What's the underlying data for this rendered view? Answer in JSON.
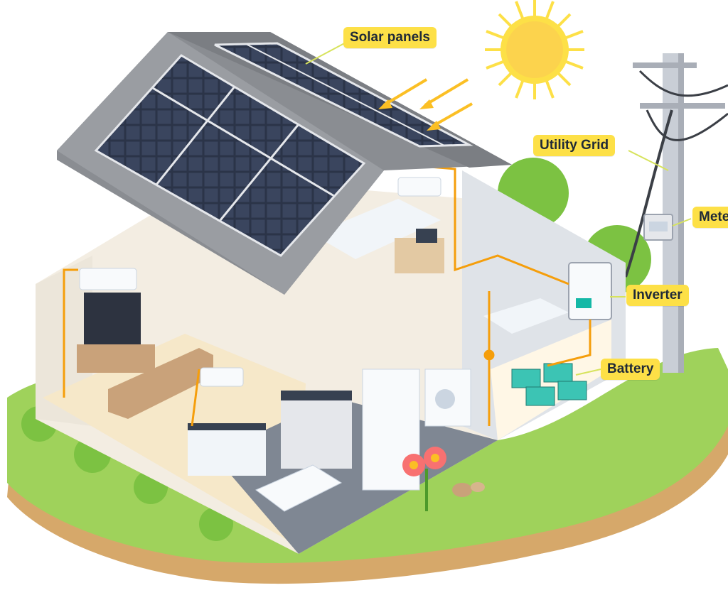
{
  "labels": {
    "solar_panels": "Solar panels",
    "utility_grid": "Utility Grid",
    "meter": "Meter",
    "inverter": "Inverter",
    "battery": "Battery"
  },
  "colors": {
    "label_bg": "#fde047",
    "grass": "#9fd25b",
    "soil": "#d6a86a",
    "roof": "#8a8d92",
    "panel": "#2b3448",
    "wire": "#f59e0b",
    "sun": "#fde047"
  }
}
